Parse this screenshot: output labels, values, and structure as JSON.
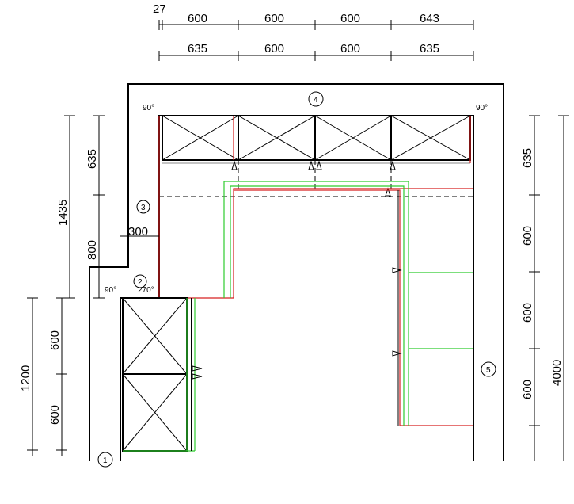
{
  "dimensions": {
    "top_row1": [
      "600",
      "600",
      "600",
      "643"
    ],
    "top_row1_prefix": "27",
    "top_row2": [
      "635",
      "600",
      "600",
      "635"
    ],
    "left_outer": "1435",
    "left_635": "635",
    "left_800": "800",
    "left_300": "300",
    "left_lower_total": "1200",
    "left_lower": [
      "600",
      "600"
    ],
    "right_segments": [
      "635",
      "600",
      "600",
      "600"
    ],
    "right_total": "4000"
  },
  "angles": {
    "top_left": "90°",
    "top_right": "90°",
    "corner_inner": "90°",
    "corner_270": "270°"
  },
  "markers": [
    "1",
    "2",
    "3",
    "4",
    "5"
  ]
}
